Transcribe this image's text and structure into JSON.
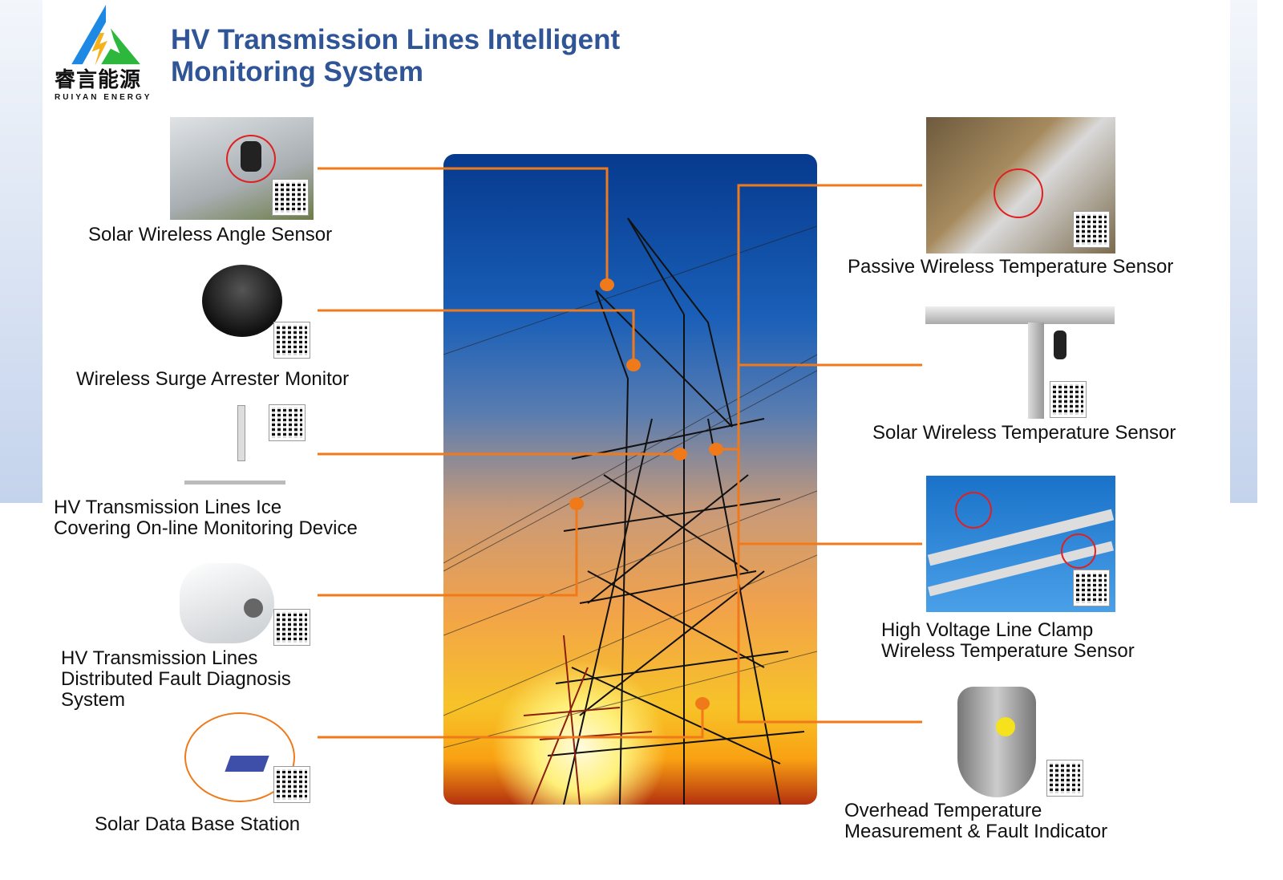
{
  "header": {
    "title_line1": "HV Transmission Lines Intelligent",
    "title_line2": "Monitoring System",
    "logo_cn": "睿言能源",
    "logo_en": "RUIYAN ENERGY"
  },
  "colors": {
    "accent": "#f07a1a",
    "title": "#2f5597"
  },
  "left_items": [
    {
      "label": "Solar Wireless Angle Sensor"
    },
    {
      "label": "Wireless Surge Arrester Monitor"
    },
    {
      "label_line1": "HV Transmission Lines Ice",
      "label_line2": "Covering On-line Monitoring Device"
    },
    {
      "label_line1": "HV Transmission Lines",
      "label_line2": "Distributed Fault Diagnosis",
      "label_line3": "System"
    },
    {
      "label": "Solar Data Base Station"
    }
  ],
  "right_items": [
    {
      "label": "Passive Wireless Temperature Sensor"
    },
    {
      "label": "Solar Wireless Temperature Sensor"
    },
    {
      "label_line1": "High Voltage Line Clamp",
      "label_line2": "Wireless Temperature Sensor"
    },
    {
      "label_line1": "Overhead Temperature",
      "label_line2": "Measurement & Fault Indicator"
    }
  ]
}
